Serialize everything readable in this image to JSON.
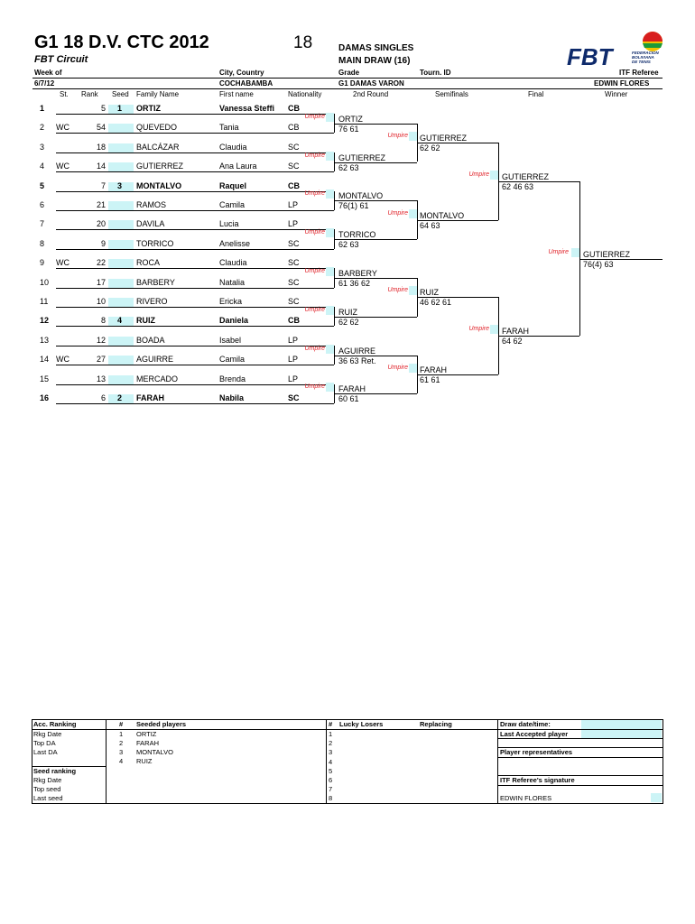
{
  "header": {
    "title": "G1 18 D.V. CTC 2012",
    "age": "18",
    "circuit": "FBT Circuit",
    "event": "DAMAS SINGLES",
    "draw": "MAIN DRAW (16)",
    "week_label": "Week of",
    "week_value": "6/7/12",
    "city_label": "City, Country",
    "city_value": "COCHABAMBA",
    "grade_label": "Grade",
    "grade_value": "G1 DAMAS VARON",
    "tourn_label": "Tourn. ID",
    "referee_label": "ITF Referee",
    "referee_value": "EDWIN FLORES"
  },
  "logo": {
    "letters": "FBT",
    "line1": "FEDERACION",
    "line2": "BOLIVIANA",
    "line3": "DE TENIS",
    "brand_color": "#0e2a6b"
  },
  "columns": {
    "st": "St.",
    "rank": "Rank",
    "seed": "Seed",
    "family": "Family Name",
    "first": "First name",
    "nat": "Nationality",
    "r2": "2nd Round",
    "sf": "Semifinals",
    "final": "Final",
    "winner": "Winner"
  },
  "players": [
    {
      "n": "1",
      "st": "",
      "rank": "5",
      "seed": "1",
      "family": "ORTIZ",
      "first": "Vanessa Steffi",
      "nat": "CB",
      "bold": true
    },
    {
      "n": "2",
      "st": "WC",
      "rank": "54",
      "seed": "",
      "family": "QUEVEDO",
      "first": "Tania",
      "nat": "CB",
      "bold": false
    },
    {
      "n": "3",
      "st": "",
      "rank": "18",
      "seed": "",
      "family": "BALCÁZAR",
      "first": "Claudia",
      "nat": "SC",
      "bold": false
    },
    {
      "n": "4",
      "st": "WC",
      "rank": "14",
      "seed": "",
      "family": "GUTIERREZ",
      "first": "Ana Laura",
      "nat": "SC",
      "bold": false
    },
    {
      "n": "5",
      "st": "",
      "rank": "7",
      "seed": "3",
      "family": "MONTALVO",
      "first": "Raquel",
      "nat": "CB",
      "bold": true
    },
    {
      "n": "6",
      "st": "",
      "rank": "21",
      "seed": "",
      "family": "RAMOS",
      "first": "Camila",
      "nat": "LP",
      "bold": false
    },
    {
      "n": "7",
      "st": "",
      "rank": "20",
      "seed": "",
      "family": "DAVILA",
      "first": "Lucia",
      "nat": "LP",
      "bold": false
    },
    {
      "n": "8",
      "st": "",
      "rank": "9",
      "seed": "",
      "family": "TORRICO",
      "first": "Anelisse",
      "nat": "SC",
      "bold": false
    },
    {
      "n": "9",
      "st": "WC",
      "rank": "22",
      "seed": "",
      "family": "ROCA",
      "first": "Claudia",
      "nat": "SC",
      "bold": false
    },
    {
      "n": "10",
      "st": "",
      "rank": "17",
      "seed": "",
      "family": "BARBERY",
      "first": "Natalia",
      "nat": "SC",
      "bold": false
    },
    {
      "n": "11",
      "st": "",
      "rank": "10",
      "seed": "",
      "family": "RIVERO",
      "first": "Ericka",
      "nat": "SC",
      "bold": false
    },
    {
      "n": "12",
      "st": "",
      "rank": "8",
      "seed": "4",
      "family": "RUIZ",
      "first": "Daniela",
      "nat": "CB",
      "bold": true
    },
    {
      "n": "13",
      "st": "",
      "rank": "12",
      "seed": "",
      "family": "BOADA",
      "first": "Isabel",
      "nat": "LP",
      "bold": false
    },
    {
      "n": "14",
      "st": "WC",
      "rank": "27",
      "seed": "",
      "family": "AGUIRRE",
      "first": "Camila",
      "nat": "LP",
      "bold": false
    },
    {
      "n": "15",
      "st": "",
      "rank": "13",
      "seed": "",
      "family": "MERCADO",
      "first": "Brenda",
      "nat": "LP",
      "bold": false
    },
    {
      "n": "16",
      "st": "",
      "rank": "6",
      "seed": "2",
      "family": "FARAH",
      "first": "Nabila",
      "nat": "SC",
      "bold": true
    }
  ],
  "umpire_label": "Umpire",
  "round2": [
    {
      "name": "ORTIZ",
      "score": "76 61"
    },
    {
      "name": "GUTIERREZ",
      "score": "62 63"
    },
    {
      "name": "MONTALVO",
      "score": "76(1) 61"
    },
    {
      "name": "TORRICO",
      "score": "62 63"
    },
    {
      "name": "BARBERY",
      "score": "61 36 62"
    },
    {
      "name": "RUIZ",
      "score": "62 62"
    },
    {
      "name": "AGUIRRE",
      "score": "36 63 Ret."
    },
    {
      "name": "FARAH",
      "score": "60 61"
    }
  ],
  "semifinals": [
    {
      "name": "GUTIERREZ",
      "score": "62 62"
    },
    {
      "name": "MONTALVO",
      "score": "64 63"
    },
    {
      "name": "RUIZ",
      "score": "46 62 61"
    },
    {
      "name": "FARAH",
      "score": "61 61"
    }
  ],
  "final": [
    {
      "name": "GUTIERREZ",
      "score": "62 46 63"
    },
    {
      "name": "FARAH",
      "score": "64 62"
    }
  ],
  "winner": {
    "name": "GUTIERREZ",
    "score": "76(4) 63"
  },
  "footer": {
    "acc_ranking": "Acc. Ranking",
    "rkg_date": "Rkg Date",
    "top_da": "Top DA",
    "last_da": "Last DA",
    "seed_ranking": "Seed ranking",
    "seed_rkg_date": "Rkg Date",
    "top_seed": "Top seed",
    "last_seed": "Last seed",
    "hash": "#",
    "seeded_players": "Seeded players",
    "seeds": [
      {
        "n": "1",
        "name": "ORTIZ"
      },
      {
        "n": "2",
        "name": "FARAH"
      },
      {
        "n": "3",
        "name": "MONTALVO"
      },
      {
        "n": "4",
        "name": "RUIZ"
      }
    ],
    "lucky_hash": "#",
    "lucky_losers": "Lucky Losers",
    "replacing": "Replacing",
    "lucky_numbers": [
      "1",
      "2",
      "3",
      "4",
      "5",
      "6",
      "7",
      "8"
    ],
    "draw_date": "Draw date/time:",
    "last_accepted": "Last Accepted player",
    "player_reps": "Player representatives",
    "referee_sig": "ITF Referee's signature",
    "referee_name": "EDWIN FLORES"
  }
}
